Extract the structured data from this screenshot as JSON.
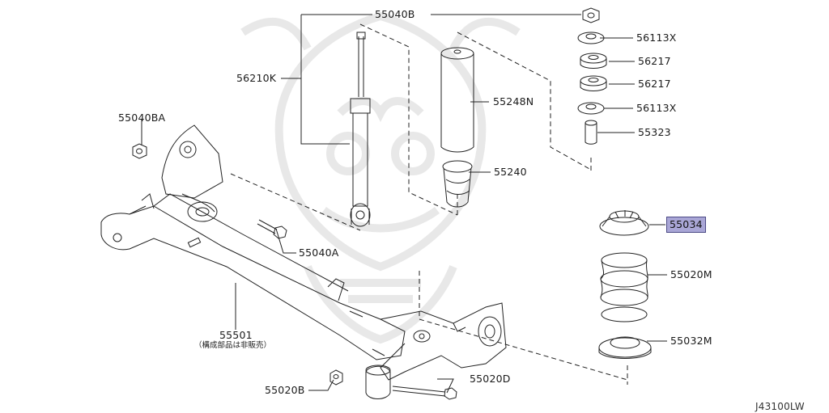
{
  "colors": {
    "line": "#222222",
    "highlight_fill": "#a9a6d6",
    "highlight_border": "#4c4a86",
    "watermark": "#e4e4e4"
  },
  "labels": {
    "p55040B": "55040B",
    "p56113X_top": "56113X",
    "p56217_a": "56217",
    "p56217_b": "56217",
    "p56113X_bottom": "56113X",
    "p55323": "55323",
    "p56210K": "56210K",
    "p55248N": "55248N",
    "p55240": "55240",
    "p55040BA": "55040BA",
    "p55034": "55034",
    "p55040A": "55040A",
    "p55020M": "55020M",
    "p55501": "55501",
    "p55501_note": "（構成部品は非販売）",
    "p55032M": "55032M",
    "p55020B": "55020B",
    "p55020D": "55020D",
    "diagram_code": "J43100LW"
  },
  "selected_part": "55034"
}
